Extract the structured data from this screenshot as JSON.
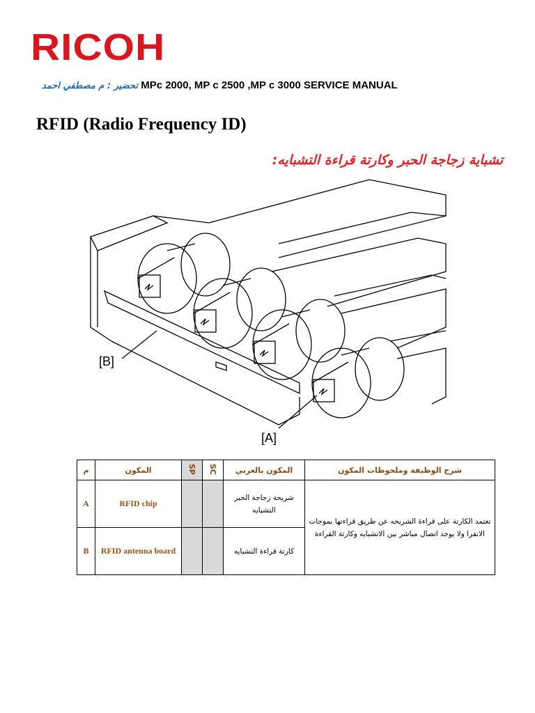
{
  "header": {
    "logo_text": "RICOH",
    "author": "تحضير : م مصطفي احمد",
    "manual_title": "MPc 2000, MP c 2500 ,MP c 3000 SERVICE MANUAL"
  },
  "section_title": "RFID (Radio Frequency ID)",
  "arabic_heading": "تشباية زجاجة الحبر وكارتة قراءة التشبايه:",
  "figure": {
    "label_b": "[B]",
    "label_a": "[A]"
  },
  "table": {
    "headers": {
      "index": "م",
      "component": "المكون",
      "sp": "SP",
      "sc": "SC",
      "arabic_component": "المكون بالعربي",
      "description": "شرح الوظيفة وملحوظات المكون"
    },
    "rows": [
      {
        "index": "A",
        "component": "RFID chip",
        "arabic_component": "شريحة زجاجة الحبر التشبايه"
      },
      {
        "index": "B",
        "component": "RFID antenna board",
        "arabic_component": "كارتة قراءة التشبايه"
      }
    ],
    "description": "تعتمد الكارتة على قراءة الشريحه عن طريق قراءتها بموجات الانفرا ولا يوجد اتصال مباشر بين الاتشبايه وكارتة القراءة"
  },
  "colors": {
    "logo_red": "#d7161f",
    "author_blue": "#1f6fb8",
    "heading_red": "#e2222a",
    "table_brown": "#8a4a12",
    "cell_grey": "#d9d9d9"
  }
}
